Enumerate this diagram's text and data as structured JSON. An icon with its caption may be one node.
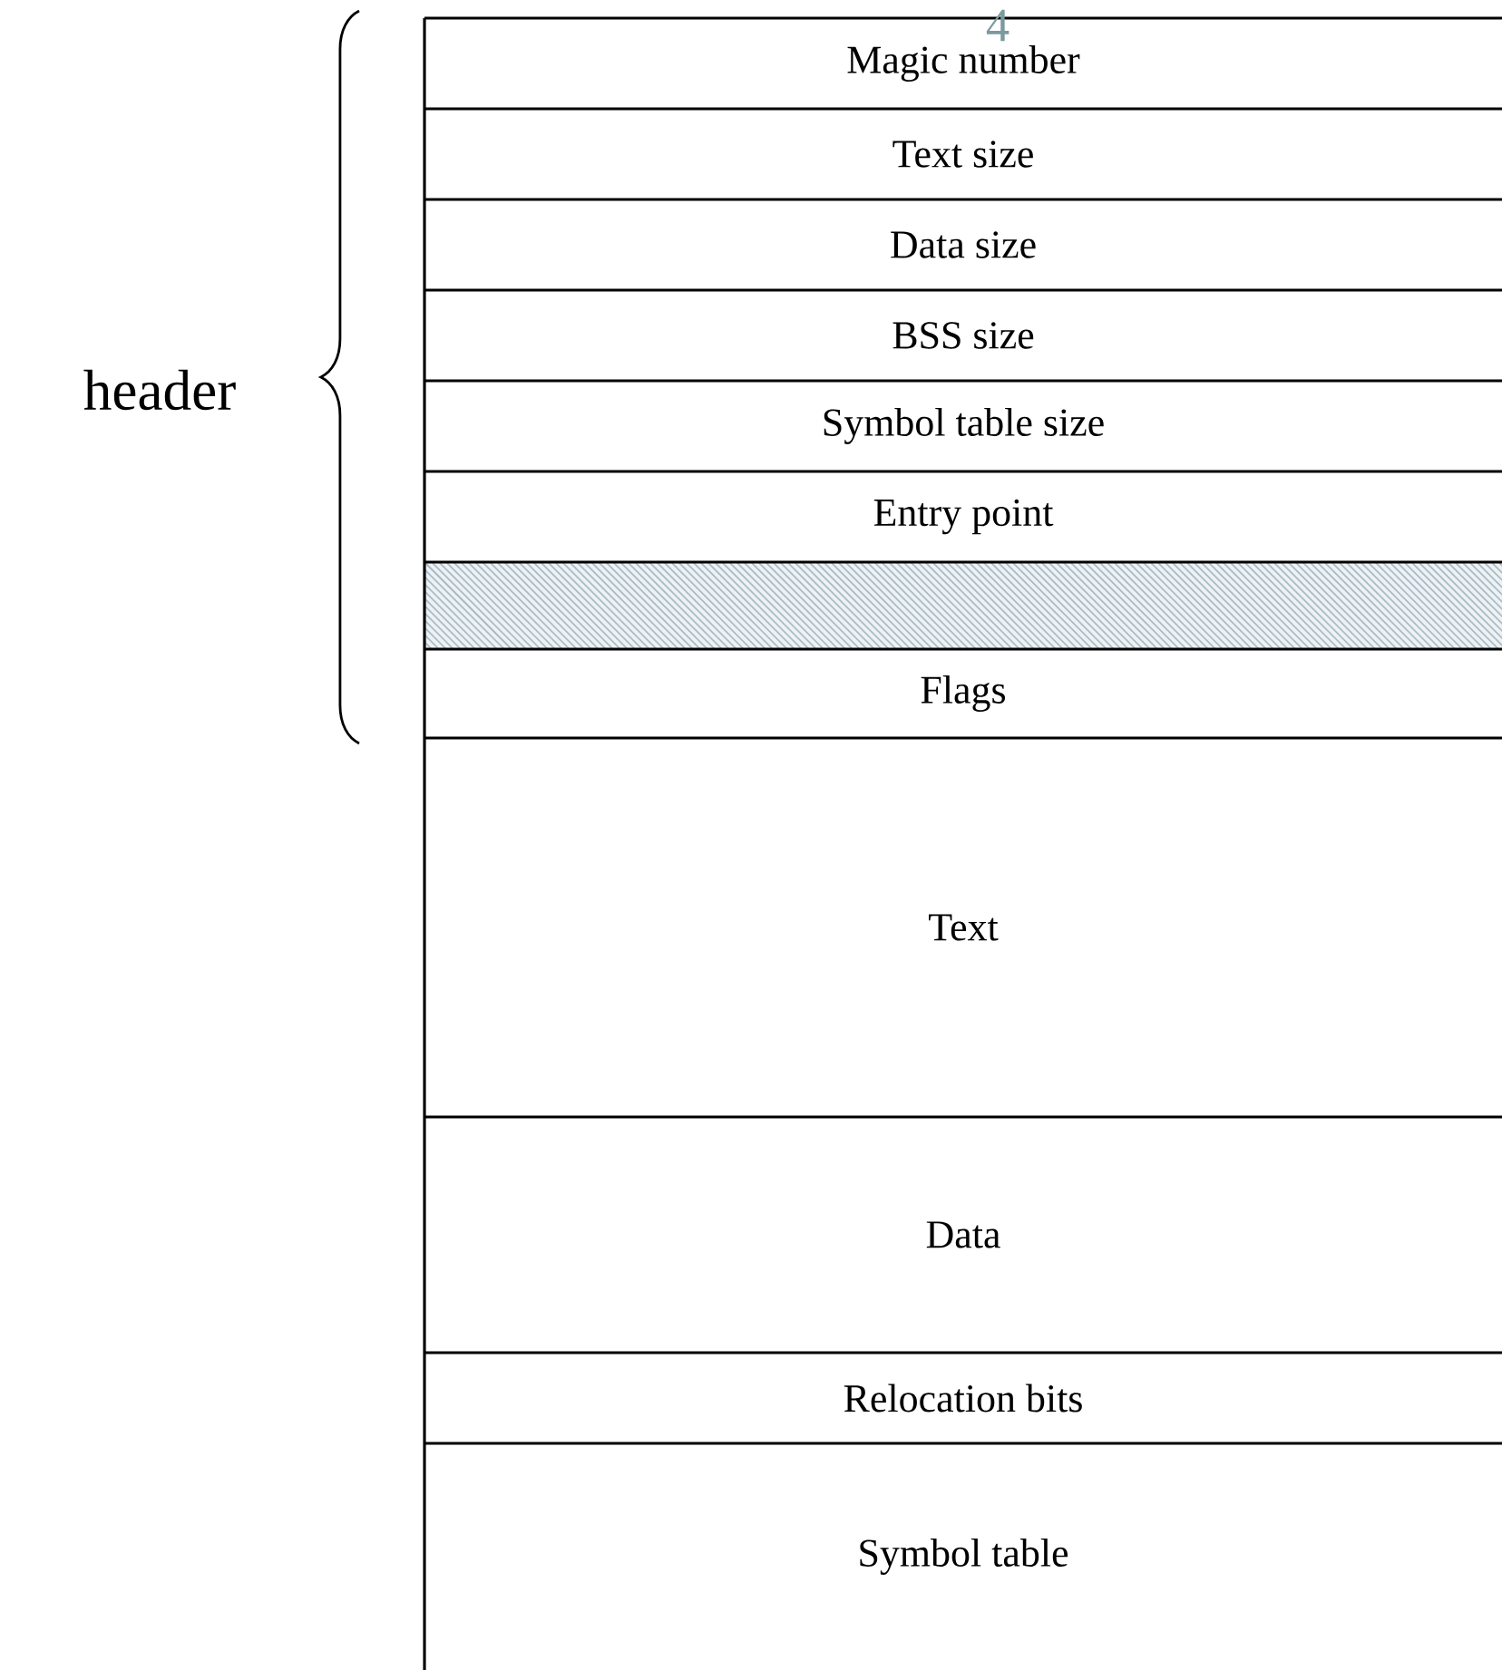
{
  "diagram": {
    "nodes": [
      {
        "text": [
          "Magic number"
        ]
      },
      {
        "text": [
          "Text size"
        ]
      },
      {
        "text": [
          "Data size"
        ]
      },
      {
        "text": [
          "BSS size"
        ]
      },
      {
        "text": [
          "Symbol table size"
        ]
      },
      {
        "text": [
          "Entry point"
        ]
      },
      {
        "text": [],
        "shape": "bar"
      },
      {
        "text": [
          "Flags"
        ]
      },
      {
        "text": [
          "Text"
        ]
      },
      {
        "text": [
          "Data"
        ]
      },
      {
        "text": [
          "Relocation bits"
        ]
      },
      {
        "text": [
          "Symbol table"
        ]
      }
    ],
    "labels": [
      "4",
      "header"
    ]
  }
}
